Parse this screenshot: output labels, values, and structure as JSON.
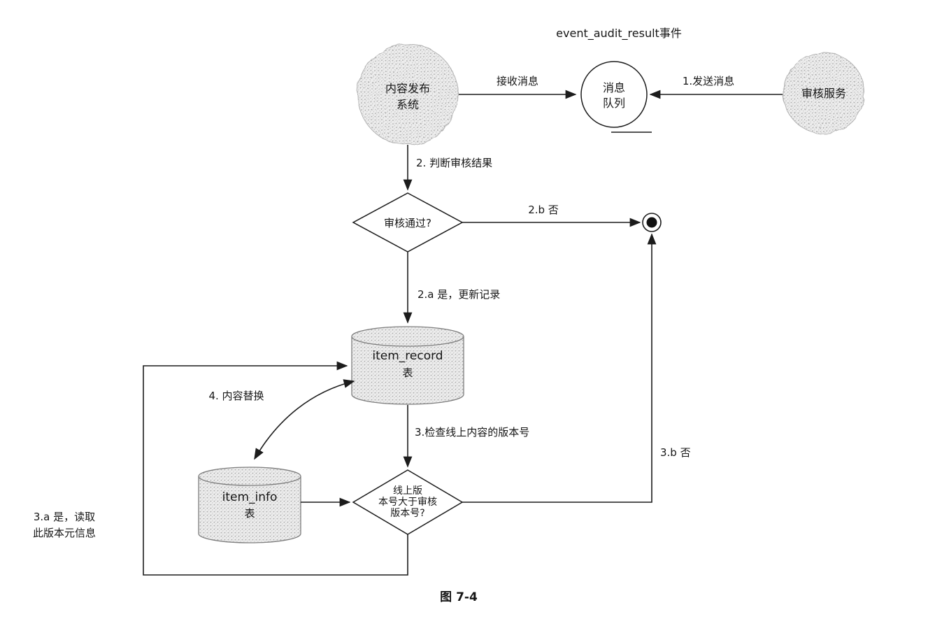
{
  "figure": {
    "event_label": "event_audit_result事件",
    "caption": "图 7-4"
  },
  "nodes": {
    "publisher": {
      "line1": "内容发布",
      "line2": "系统"
    },
    "queue": {
      "line1": "消息",
      "line2": "队列"
    },
    "audit_service": {
      "label": "审核服务"
    },
    "decision_audit": {
      "label": "审核通过?"
    },
    "item_record": {
      "line1": "item_record",
      "line2": "表"
    },
    "decision_version": {
      "line1": "线上版",
      "line2": "本号大于审核",
      "line3": "版本号?"
    },
    "item_info": {
      "line1": "item_info",
      "line2": "表"
    }
  },
  "edges": {
    "receive_msg": "接收消息",
    "send_msg": "1.发送消息",
    "judge_result": "2. 判断审核结果",
    "audit_no": "2.b 否",
    "audit_yes": "2.a 是，更新记录",
    "check_version": "3.检查线上内容的版本号",
    "version_no": "3.b 否",
    "version_yes_line1": "3.a 是，读取",
    "version_yes_line2": "此版本元信息",
    "replace_content": "4. 内容替换"
  },
  "colors": {
    "line": "#1c1c1c",
    "node_fill": "#ededed",
    "speckle_dot": "#a8a8a8",
    "background": "#ffffff"
  }
}
